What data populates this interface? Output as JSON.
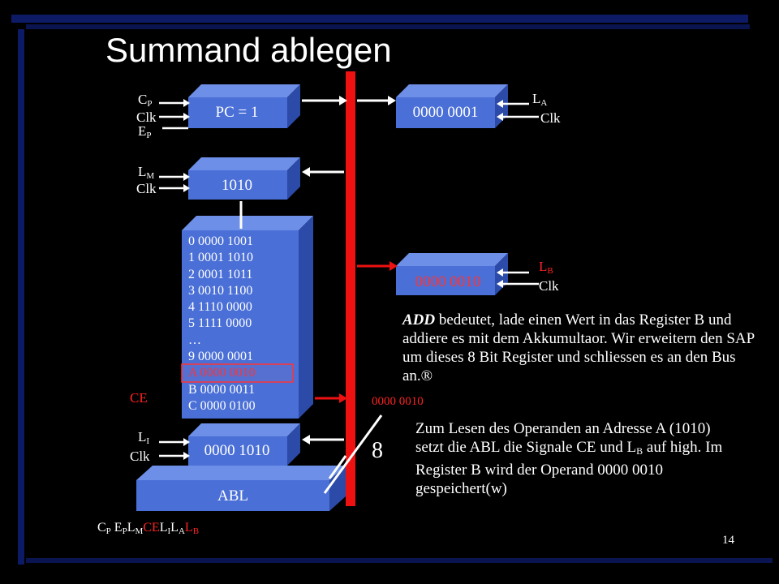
{
  "slide": {
    "title": "Summand ablegen",
    "page_number": "14"
  },
  "pc": {
    "value": "PC = 1",
    "signals": {
      "cp": "C",
      "cp_sub": "P",
      "clk": "Clk",
      "ep": "E",
      "ep_sub": "P"
    }
  },
  "mar": {
    "value": "1010",
    "signals": {
      "lm": "L",
      "lm_sub": "M",
      "clk": "Clk"
    }
  },
  "memory": {
    "lines": [
      "0  0000 1001",
      "1  0001 1010",
      "2  0001 1011",
      "3  0010 1100",
      "4  1110 0000",
      "5  1111 0000",
      "…",
      "9  0000 0001",
      "A 0000 0010",
      "B 0000 0011",
      "C 0000 0100"
    ],
    "highlight_index": 8,
    "ce_label": "CE"
  },
  "ir": {
    "value": "0000 1010",
    "signals": {
      "li": "L",
      "li_sub": "I",
      "clk": "Clk"
    }
  },
  "abl": {
    "label": "ABL"
  },
  "reg_a": {
    "value": "0000 0001",
    "signals": {
      "la": "L",
      "la_sub": "A",
      "clk": "Clk"
    }
  },
  "reg_b": {
    "value": "0000 0010",
    "signals": {
      "lb": "L",
      "lb_sub": "B",
      "clk": "Clk"
    }
  },
  "bus": {
    "value_label": "0000 0010",
    "width_label": "8"
  },
  "text": {
    "add_keyword": "ADD",
    "add_rest": " bedeutet, lade einen Wert in das Register B und addiere es mit dem Akkumultaor. Wir erweitern den SAP um dieses 8 Bit Register und schliessen es an den Bus an.®",
    "operand_pre": "Zum Lesen des Operanden an Adresse  A (1010) setzt die ABL die Signale CE und L",
    "operand_sub": "B",
    "operand_post": " auf  high. Im Register B wird der Operand 0000 0010 gespeichert(w)"
  },
  "control_word": {
    "items": [
      {
        "t": "C",
        "s": "P",
        "active": false
      },
      {
        "t": " E",
        "s": "P",
        "active": false
      },
      {
        "t": "L",
        "s": "M",
        "active": false
      },
      {
        "t": "CE",
        "s": "",
        "active": true
      },
      {
        "t": "L",
        "s": "I",
        "active": false
      },
      {
        "t": "L",
        "s": "A",
        "active": false
      },
      {
        "t": "L",
        "s": "B",
        "active": true
      }
    ]
  },
  "colors": {
    "background": "#000000",
    "box_front": "#4a6fd6",
    "box_top": "#6d8fe8",
    "box_side": "#2c4aa8",
    "bus": "#ee1111",
    "highlight_border": "#ff3333",
    "frame_border": "#1a2a8a"
  }
}
